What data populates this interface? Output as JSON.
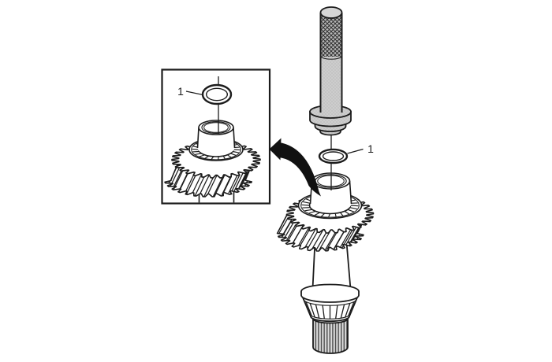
{
  "document": {
    "type": "technical-illustration",
    "background": "#ffffff",
    "description": "Gear and shaft assembly with driver tool installing a snap ring; inset detail box shows snap ring seated above gear hub"
  },
  "figure": {
    "callouts": [
      {
        "id": "inset-snap-ring",
        "label": "1"
      },
      {
        "id": "main-snap-ring",
        "label": "1"
      }
    ]
  },
  "colors": {
    "line": "#1c1c1c",
    "part_fill": "#ffffff",
    "tool_knurl": "#b9b9b9",
    "tool_body": "#cdcdcd",
    "tool_top": "#d6d6d6",
    "knurl_hatch": "#2f2f2f",
    "stipple_dot": "#979797",
    "spline_light": "#dcdcdc",
    "spline_dark": "#4f4f4f",
    "arrow": "#111111"
  }
}
